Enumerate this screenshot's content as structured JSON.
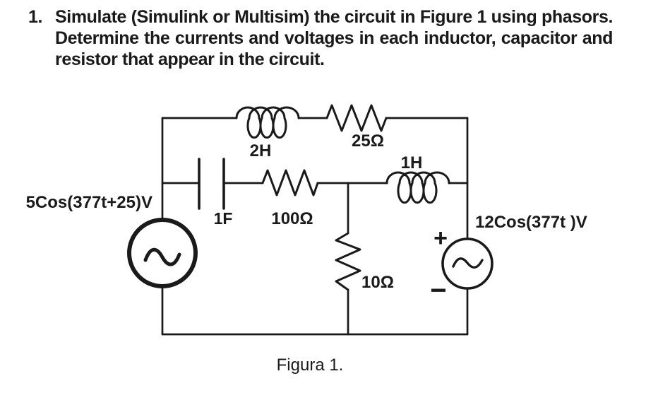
{
  "problem": {
    "number": "1.",
    "lines": [
      "Simulate (Simulink or Multisim)  the circuit in Figure 1 using phasors.",
      "Determine the currents and voltages in each inductor, capacitor and",
      "resistor that appear in the circuit."
    ]
  },
  "figure": {
    "caption": "Figura 1.",
    "components": {
      "source_left": {
        "type": "ac-voltage-source",
        "label": "5Cos(377t+25)V"
      },
      "source_right": {
        "type": "ac-voltage-source",
        "label": "12Cos(377t )V",
        "plus": "+",
        "minus": "−"
      },
      "inductor_top": {
        "type": "inductor",
        "label": "2H"
      },
      "resistor_top": {
        "type": "resistor",
        "label": "25Ω"
      },
      "capacitor": {
        "type": "capacitor",
        "label": "1F"
      },
      "resistor_mid": {
        "type": "resistor",
        "label": "100Ω"
      },
      "inductor_mid": {
        "type": "inductor",
        "label": "1H"
      },
      "resistor_shunt": {
        "type": "resistor",
        "label": "10Ω"
      }
    },
    "colors": {
      "ink": "#1a1a1a",
      "background": "#ffffff"
    }
  }
}
